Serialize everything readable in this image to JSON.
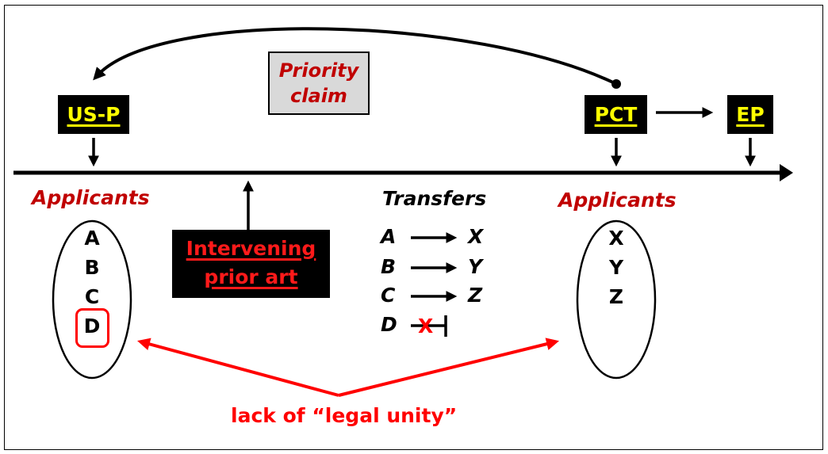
{
  "boxes": {
    "us_p": "US-P",
    "pct": "PCT",
    "ep": "EP",
    "priority_claim_line1": "Priority",
    "priority_claim_line2": "claim",
    "intervening_line1": "Intervening",
    "intervening_line2": "prior art"
  },
  "left_group": {
    "label": "Applicants",
    "members": [
      "A",
      "B",
      "C",
      "D"
    ],
    "highlighted_member": "D"
  },
  "transfers": {
    "label": "Transfers",
    "rows": [
      {
        "from": "A",
        "to": "X",
        "status": "transferred"
      },
      {
        "from": "B",
        "to": "Y",
        "status": "transferred"
      },
      {
        "from": "C",
        "to": "Z",
        "status": "transferred"
      },
      {
        "from": "D",
        "to": "",
        "status": "blocked",
        "mark": "X"
      }
    ]
  },
  "right_group": {
    "label": "Applicants",
    "members": [
      "X",
      "Y",
      "Z"
    ]
  },
  "annotation": "lack of “legal unity”",
  "colors": {
    "box_bg": "#000000",
    "box_text": "#ffff00",
    "dark_red": "#c00000",
    "bright_red": "#ff0000",
    "priority_bg": "#d9d9d9"
  }
}
